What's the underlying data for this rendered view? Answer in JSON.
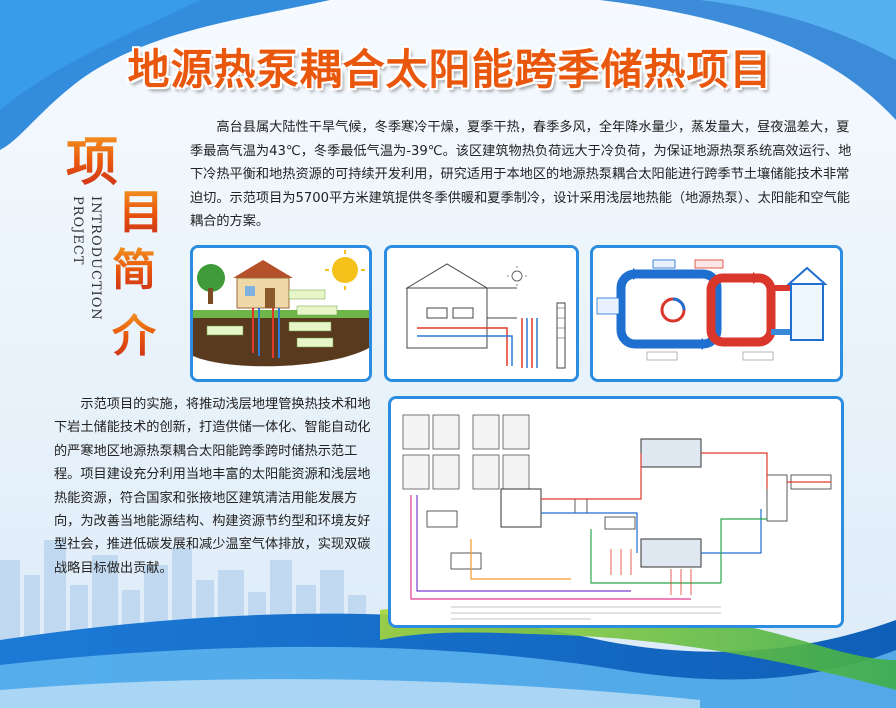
{
  "title": "地源热泵耦合太阳能跨季储热项目",
  "side_heading": {
    "chars": [
      "项",
      "目",
      "简",
      "介"
    ],
    "english_line1": "PROJECT",
    "english_line2": "INTRODUCTION"
  },
  "intro_paragraph": "高台县属大陆性干旱气候，冬季寒冷干燥，夏季干热，春季多风，全年降水量少，蒸发量大，昼夜温差大，夏季最高气温为43℃，冬季最低气温为-39℃。该区建筑物热负荷远大于冷负荷，为保证地源热泵系统高效运行、地下冷热平衡和地热资源的可持续开发利用，研究适用于本地区的地源热泵耦合太阳能进行跨季节土壤储能技术非常迫切。示范项目为5700平方米建筑提供冬季供暖和夏季制冷，设计采用浅层地热能（地源热泵）、太阳能和空气能耦合的方案。",
  "demo_paragraph": "示范项目的实施，将推动浅层地埋管换热技术和地下岩土储能技术的创新，打造供储一体化、智能自动化的严寒地区地源热泵耦合太阳能跨季跨时储热示范工程。项目建设充分利用当地丰富的太阳能资源和浅层地热能资源，符合国家和张掖地区建筑清洁用能发展方向，为改善当地能源结构、构建资源节约型和环境友好型社会，推进低碳发展和减少温室气体排放，实现双碳战略目标做出贡献。",
  "colors": {
    "title": "#e9570c",
    "panel_border": "#2c8de0",
    "accent_blue": "#1f6fd1",
    "accent_red": "#d9372b"
  }
}
